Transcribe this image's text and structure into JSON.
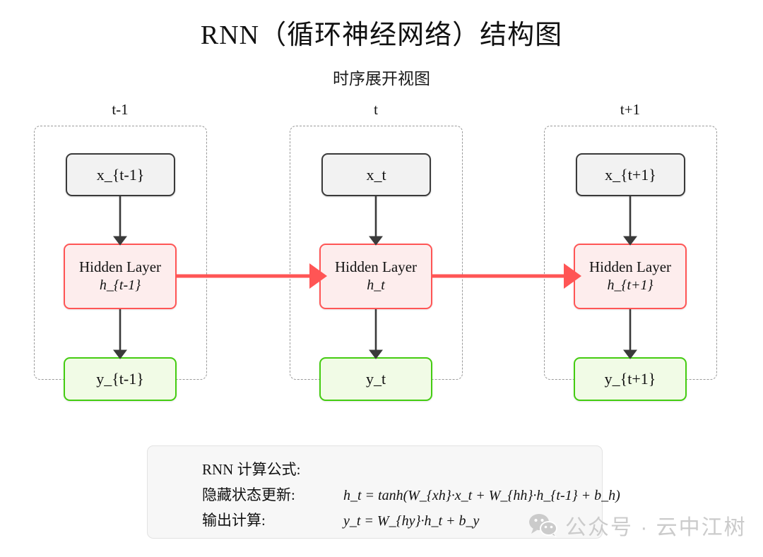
{
  "page": {
    "title": "RNN（循环神经网络）结构图",
    "subtitle": "时序展开视图"
  },
  "colors": {
    "input_border": "#3a3a3a",
    "input_fill": "#f2f2f2",
    "hidden_border": "#ff5555",
    "hidden_fill": "#fdeded",
    "output_border": "#44cc11",
    "output_fill": "#f1fbe6",
    "recurrent_arrow": "#ff5555",
    "flow_arrow": "#3a3a3a",
    "container_dash": "#9a9a9a",
    "watermark": "#c9c9c9"
  },
  "timesteps": [
    {
      "step_label": "t-1",
      "input_label": "x_{t-1}",
      "hidden_label": "Hidden Layer",
      "hidden_sub": "h_{t-1}",
      "output_label": "y_{t-1}"
    },
    {
      "step_label": "t",
      "input_label": "x_t",
      "hidden_label": "Hidden Layer",
      "hidden_sub": "h_t",
      "output_label": "y_t"
    },
    {
      "step_label": "t+1",
      "input_label": "x_{t+1}",
      "hidden_label": "Hidden Layer",
      "hidden_sub": "h_{t+1}",
      "output_label": "y_{t+1}"
    }
  ],
  "formula": {
    "heading": "RNN 计算公式:",
    "rows": [
      {
        "key": "隐藏状态更新:",
        "value": "h_t = tanh(W_{xh}·x_t + W_{hh}·h_{t-1} + b_h)"
      },
      {
        "key": "输出计算:",
        "value": "y_t = W_{hy}·h_t + b_y"
      }
    ]
  },
  "watermark": {
    "text": "公众号 · 云中江树",
    "icon": "wechat-icon"
  }
}
